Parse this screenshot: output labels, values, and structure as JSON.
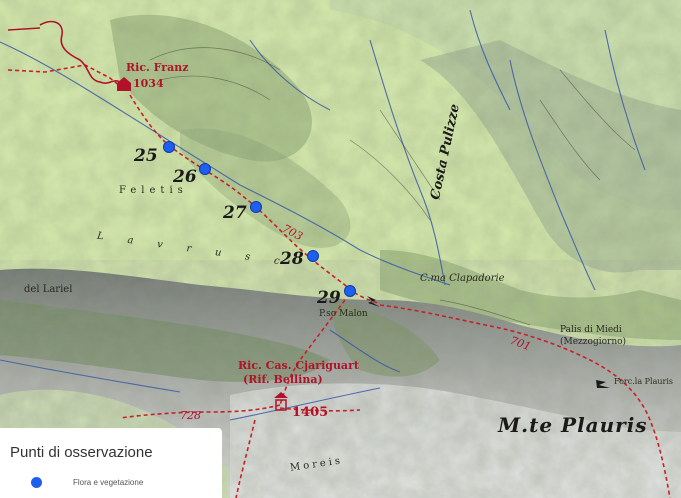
{
  "map": {
    "colors": {
      "lowland": "#d9ecb2",
      "ridge_shadow": "#8da672",
      "rock": "#b9bcb8",
      "trail": "#c8202a",
      "river": "#3a59a8",
      "point": "#1f5ff0"
    },
    "labels": {
      "ric_franz": "Ric. Franz",
      "ric_franz_alt": "1034",
      "costa_pulizze": "Costa Pulizze",
      "feletis": "Feletis",
      "lavrusc": "Lavrusc",
      "del_lariel": "del Lariel",
      "cma_clapadorie": "C.ma Clapadorie",
      "pso_malon": "P.so Malon",
      "trail_703": "703",
      "trail_701": "701",
      "trail_728": "728",
      "ric_cas_cjariguart": "Ric. Cas. Cjariguart",
      "rif_bellina": "(Rif. Bellina)",
      "ric_cas_alt": "1405",
      "palis_di_miedi": "Palis di Miedi",
      "mezzogiorno": "(Mezzogiorno)",
      "forcella_plauris": "Forc.la Plauris",
      "monte_plauris": "M.te  Plauris",
      "moreis": "Moreis"
    },
    "observation_points": [
      {
        "id": "25",
        "category": "Flora e vegetazione"
      },
      {
        "id": "26",
        "category": "Flora e vegetazione"
      },
      {
        "id": "27",
        "category": "Flora e vegetazione"
      },
      {
        "id": "28",
        "category": "Flora e vegetazione"
      },
      {
        "id": "29",
        "category": "Flora e vegetazione"
      }
    ]
  },
  "legend": {
    "title": "Punti di osservazione",
    "items": [
      {
        "label": "Flora e vegetazione",
        "icon": "blue-dot-icon",
        "color": "#1f5ff0"
      }
    ]
  }
}
